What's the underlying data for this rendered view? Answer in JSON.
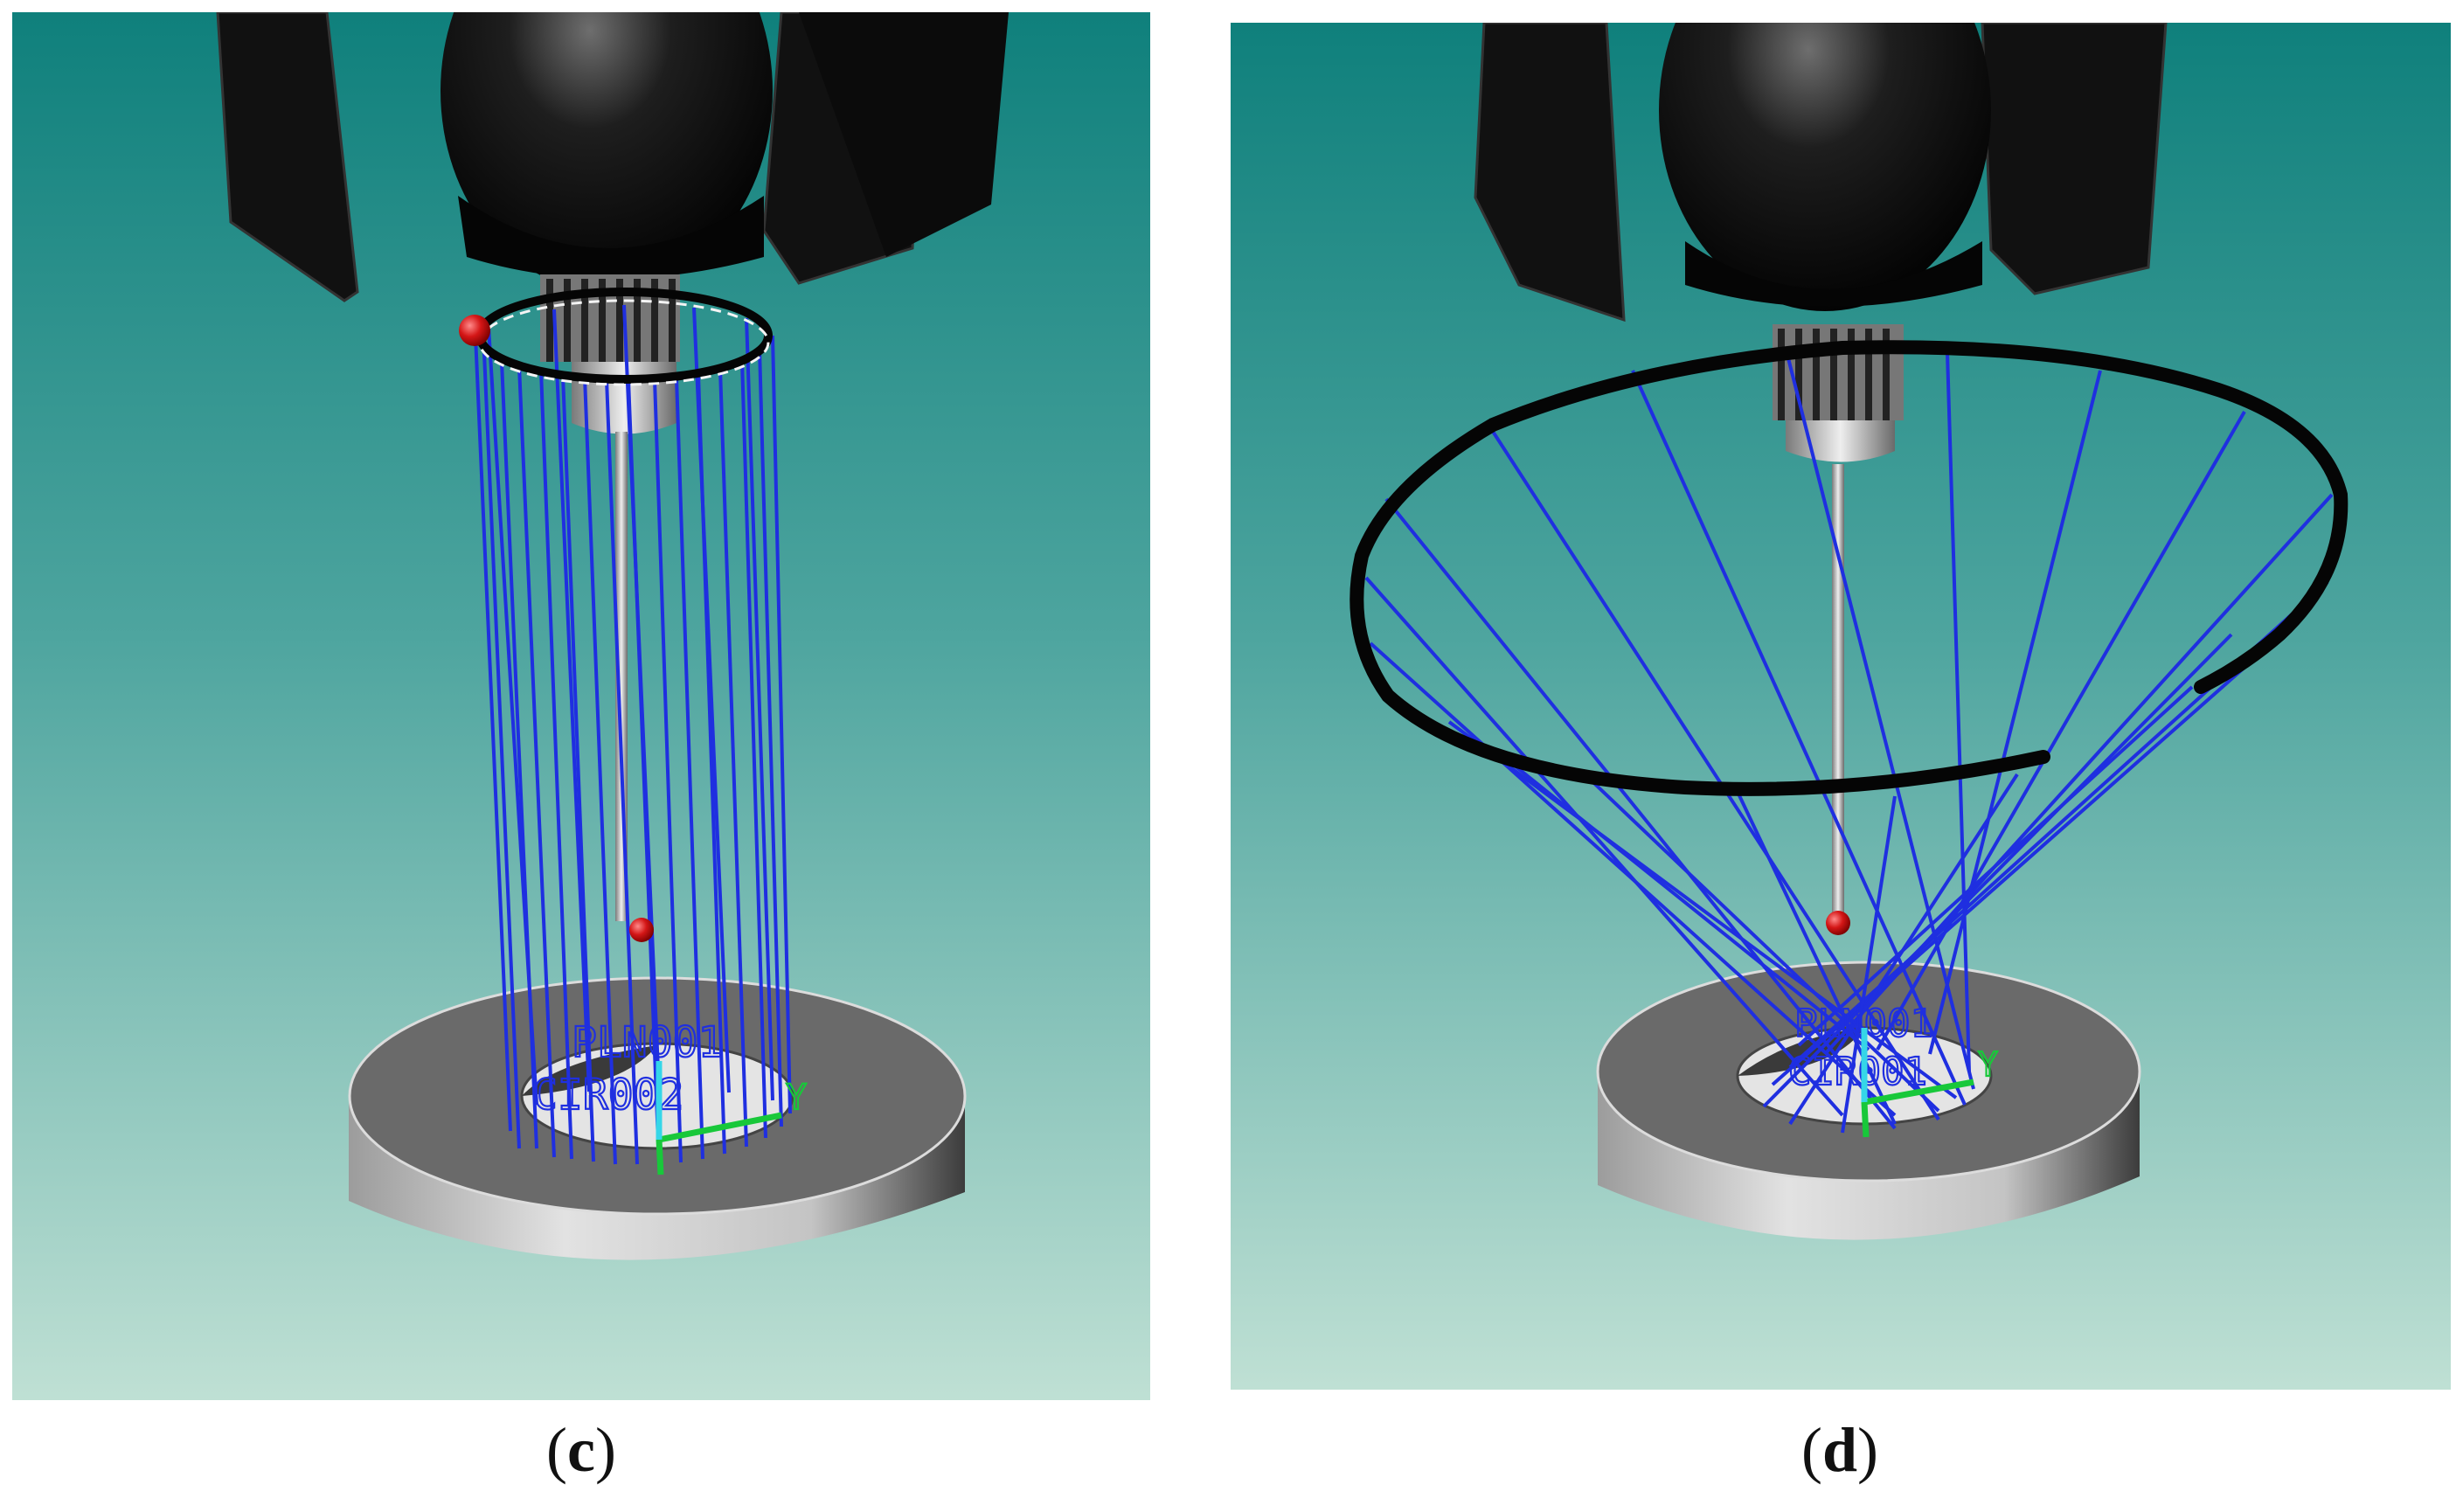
{
  "figure": {
    "panels": [
      {
        "id": "c",
        "caption_open": "(",
        "caption_letter": "c",
        "caption_close": ")",
        "feature_label_line1": "PLN001",
        "feature_label_line2": "CIR002",
        "axis_label": "Y"
      },
      {
        "id": "d",
        "caption_open": "(",
        "caption_letter": "d",
        "caption_close": ")",
        "feature_label_line1": "PLN001",
        "feature_label_line2": "CIR001",
        "axis_label": "Y"
      }
    ]
  },
  "colors": {
    "background_top": "#0f807c",
    "background_bottom": "#bfe0d4",
    "probe_path": "#1f2fe0",
    "sensor_head": "#0c0c0c",
    "stylus_tip": "#d41616",
    "workpiece_top": "#6a6a6a",
    "workpiece_side": "#bdbdbd",
    "trajectory": "#050505",
    "axis_green": "#18c83a",
    "axis_cyan": "#35d6e8"
  }
}
